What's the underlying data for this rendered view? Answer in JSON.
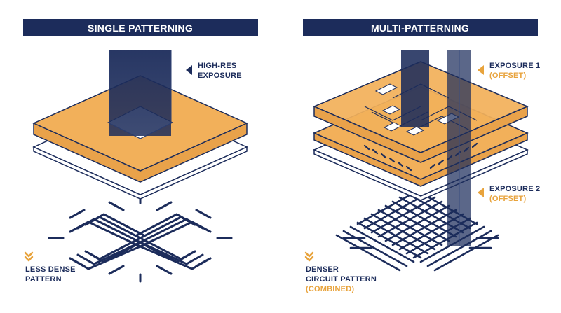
{
  "left": {
    "title": "SINGLE PATTERNING",
    "exposure_label": [
      "HIGH-RES",
      "EXPOSURE"
    ],
    "pattern_label": [
      "LESS DENSE",
      "PATTERN"
    ]
  },
  "right": {
    "title": "MULTI-PATTERNING",
    "exposure1_label": [
      "EXPOSURE 1",
      "(OFFSET)"
    ],
    "exposure2_label": [
      "EXPOSURE 2",
      "(OFFSET)"
    ],
    "pattern_label": [
      "DENSER",
      "CIRCUIT PATTERN",
      "(COMBINED)"
    ]
  },
  "colors": {
    "navy": "#1c2c5b",
    "mask_orange": "#f2b05a",
    "accent_orange": "#e8a33c",
    "white": "#ffffff"
  }
}
